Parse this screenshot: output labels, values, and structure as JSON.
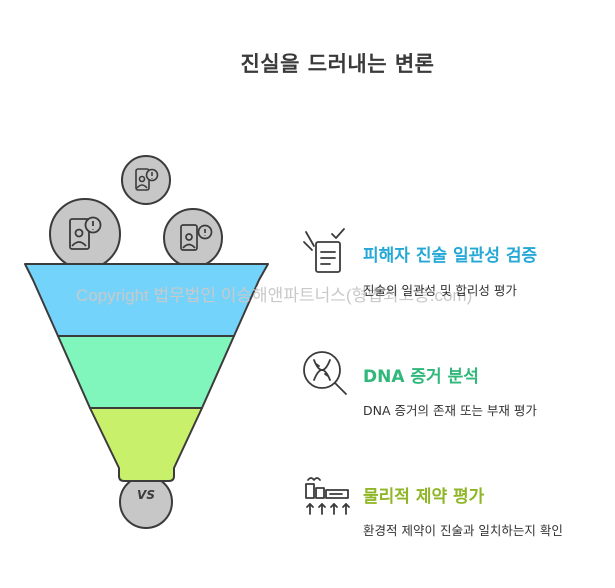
{
  "title": "진실을 드러내는 변론",
  "watermark": "Copyright 법무법인 이승해앤파트너스(형법최고봉.com)",
  "colors": {
    "tier1": "#74d3fb",
    "tier2": "#80f5bc",
    "tier3": "#c9f06a",
    "circle": "#c7c7c7",
    "outline": "#3b3b3b",
    "item1_title": "#25a8d6",
    "item2_title": "#2fb87a",
    "item3_title": "#8fb627"
  },
  "items": [
    {
      "title": "피해자 진술 일관성 검증",
      "description": "진술의 일관성 및 합리성 평가",
      "icon": "statement-check-icon"
    },
    {
      "title": "DNA 증거 분석",
      "description": "DNA 증거의 존재 또는 부재 평가",
      "icon": "dna-magnifier-icon"
    },
    {
      "title": "물리적 제약 평가",
      "description": "환경적 제약이 진술과 일치하는지 확인",
      "icon": "factory-constraint-icon"
    }
  ],
  "bottom_label": "VS",
  "top_circles": [
    "person-alert-icon",
    "person-alert-icon",
    "person-alert-icon"
  ]
}
